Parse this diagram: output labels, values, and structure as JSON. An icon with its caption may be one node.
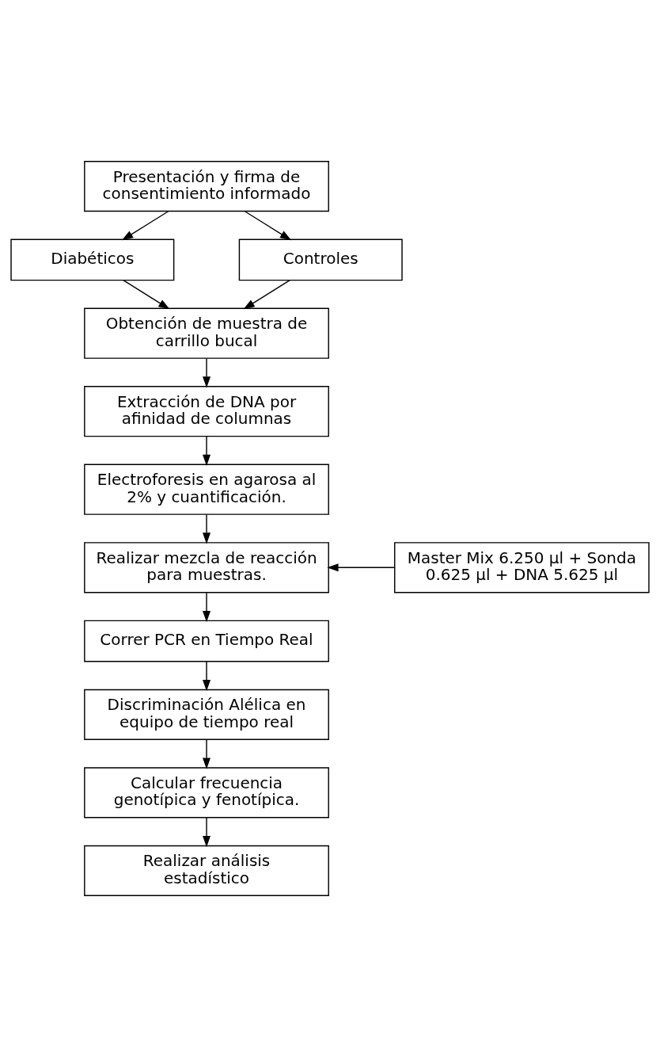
{
  "diagram": {
    "nodes": [
      {
        "text": [
          "Presentación y firma de consentimiento informado"
        ]
      },
      {
        "text": [
          "Diabéticos"
        ]
      },
      {
        "text": [
          "Controles"
        ]
      },
      {
        "text": [
          "Obtención de muestra de carrillo bucal"
        ]
      },
      {
        "text": [
          "Extracción de DNA por afinidad de columnas"
        ]
      },
      {
        "text": [
          "Electroforesis en agarosa al 2% y cuantificación."
        ]
      },
      {
        "text": [
          "Realizar mezcla de reacción para muestras."
        ]
      },
      {
        "text": [
          "Master Mix 6.250 µl + Sonda 0.625 µl + DNA 5.625 µl"
        ]
      },
      {
        "text": [
          "Correr PCR en Tiempo Real"
        ]
      },
      {
        "text": [
          "Discriminación Alélica en equipo de tiempo real"
        ]
      },
      {
        "text": [
          "Calcular frecuencia genotípica y fenotípica."
        ]
      },
      {
        "text": [
          "Realizar análisis estadístico"
        ]
      }
    ],
    "edges": [
      {
        "from": 0,
        "to": 1,
        "arrow": "to"
      },
      {
        "from": 0,
        "to": 2,
        "arrow": "to"
      },
      {
        "from": 1,
        "to": 3,
        "arrow": "to"
      },
      {
        "from": 2,
        "to": 3,
        "arrow": "to"
      },
      {
        "from": 3,
        "to": 4,
        "arrow": "to"
      },
      {
        "from": 4,
        "to": 5,
        "arrow": "to"
      },
      {
        "from": 5,
        "to": 6,
        "arrow": "to"
      },
      {
        "from": 7,
        "to": 6,
        "arrow": "to"
      },
      {
        "from": 6,
        "to": 8,
        "arrow": "to"
      },
      {
        "from": 8,
        "to": 9,
        "arrow": "to"
      },
      {
        "from": 9,
        "to": 10,
        "arrow": "to"
      },
      {
        "from": 10,
        "to": 11,
        "arrow": "to"
      }
    ]
  }
}
